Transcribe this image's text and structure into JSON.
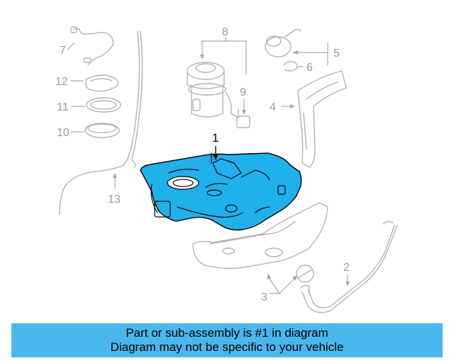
{
  "diagram": {
    "callouts": {
      "c1": "1",
      "c2": "2",
      "c3": "3",
      "c4": "4",
      "c5": "5",
      "c6": "6",
      "c7": "7",
      "c8": "8",
      "c9": "9",
      "c10": "10",
      "c11": "11",
      "c12": "12",
      "c13": "13"
    },
    "highlight_color": "#1fb1ec"
  },
  "banner": {
    "line1": "Part or sub-assembly is #1 in diagram",
    "line2": "Diagram may not be specific to your vehicle",
    "background": "#4ab7ec"
  }
}
